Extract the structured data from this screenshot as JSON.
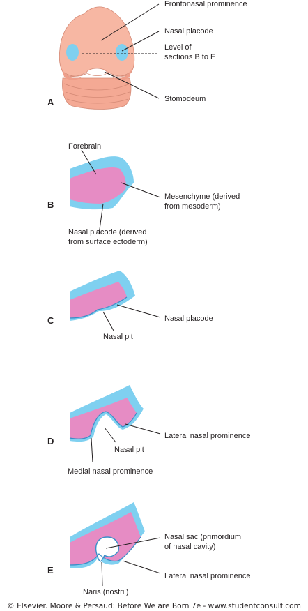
{
  "panels": {
    "a": {
      "letter": "A",
      "frontonasal": "Frontonasal prominence",
      "placode": "Nasal placode",
      "level_1": "Level of",
      "level_2": "sections B to E",
      "stomodeum": "Stomodeum"
    },
    "b": {
      "letter": "B",
      "forebrain": "Forebrain",
      "mes_1": "Mesenchyme (derived",
      "mes_2": "from mesoderm)",
      "plac_1": "Nasal placode (derived",
      "plac_2": "from surface ectoderm)"
    },
    "c": {
      "letter": "C",
      "placode": "Nasal placode",
      "pit": "Nasal pit"
    },
    "d": {
      "letter": "D",
      "lateral": "Lateral nasal prominence",
      "pit": "Nasal pit",
      "medial": "Medial nasal prominence"
    },
    "e": {
      "letter": "E",
      "sac_1": "Nasal sac (primordium",
      "sac_2": "of nasal cavity)",
      "lateral": "Lateral nasal prominence",
      "naris": "Naris (nostril)"
    }
  },
  "copyright": "© Elsevier. Moore & Persaud: Before We are Born 7e - www.studentconsult.com",
  "colors": {
    "skin": "#f7b7a3",
    "skin_dark": "#e99a86",
    "ectoderm": "#7fd0f0",
    "mesenchyme": "#e68cc4",
    "outline": "#231f20"
  }
}
